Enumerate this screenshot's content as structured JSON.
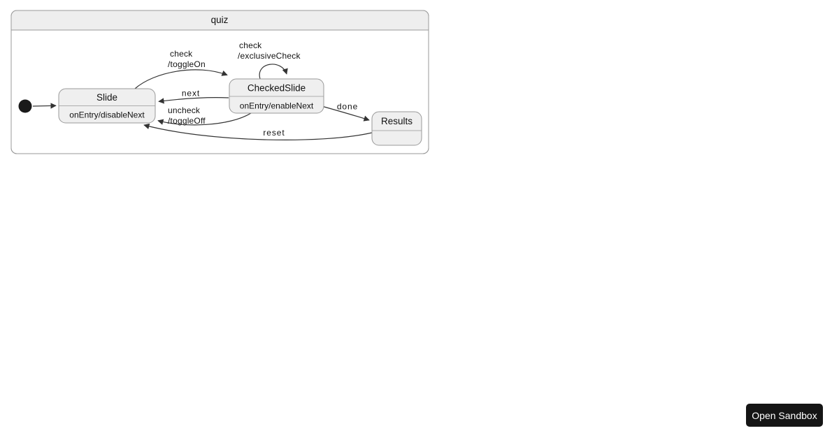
{
  "diagram": {
    "title": "quiz",
    "states": [
      {
        "name": "Slide",
        "entry_action": "onEntry/disableNext"
      },
      {
        "name": "CheckedSlide",
        "entry_action": "onEntry/enableNext"
      },
      {
        "name": "Results",
        "entry_action": ""
      }
    ],
    "edges": [
      {
        "from": "(initial)",
        "to": "Slide",
        "label": ""
      },
      {
        "from": "Slide",
        "to": "CheckedSlide",
        "label": "check /toggleOn"
      },
      {
        "from": "CheckedSlide",
        "to": "CheckedSlide",
        "label": "check /exclusiveCheck"
      },
      {
        "from": "CheckedSlide",
        "to": "Slide",
        "label": "next"
      },
      {
        "from": "CheckedSlide",
        "to": "Slide",
        "label": "uncheck /toggleOff"
      },
      {
        "from": "CheckedSlide",
        "to": "Results",
        "label": "done"
      },
      {
        "from": "Results",
        "to": "Slide",
        "label": "reset"
      }
    ],
    "edge_labels": {
      "toggle_on_line1": "check",
      "toggle_on_line2": "/toggleOn",
      "exclusive_check_line1": "check",
      "exclusive_check_line2": "/exclusiveCheck",
      "next": "next",
      "uncheck_line1": "uncheck",
      "uncheck_line2": "/toggleOff",
      "done": "done",
      "reset": "reset"
    },
    "colors": {
      "node_fill": "#efefef",
      "node_border": "#999999",
      "cluster_header_fill": "#eeeeee",
      "edge_stroke": "#333333",
      "initial_dot": "#1a1a1a",
      "text": "#111111"
    }
  },
  "sandbox_button": {
    "label": "Open Sandbox",
    "bg": "#151515",
    "fg": "#ffffff"
  }
}
